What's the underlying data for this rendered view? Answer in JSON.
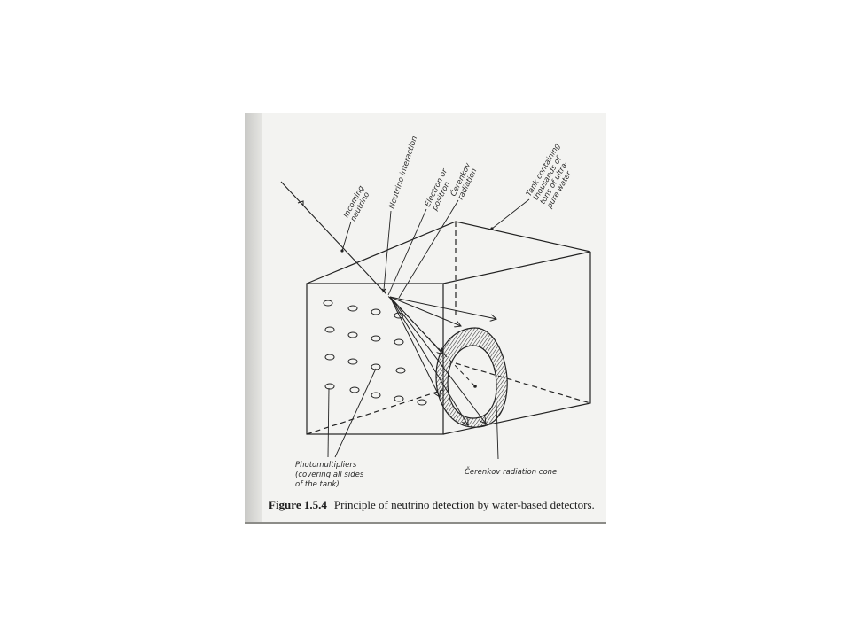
{
  "figure": {
    "labels": {
      "incoming": [
        "Incoming",
        "neutrino"
      ],
      "interaction": [
        "Neutrino interaction"
      ],
      "electron": [
        "Electron or",
        "positron"
      ],
      "cerenkov": [
        "Čerenkov",
        "radiation"
      ],
      "tank": [
        "Tank containing",
        "thousands of",
        "tons of ultra-",
        "pure water"
      ],
      "photomultipliers": [
        "Photomultipliers",
        "(covering all sides",
        "of the tank)"
      ],
      "cone": [
        "Čerenkov radiation cone"
      ]
    },
    "caption_number": "Figure 1.5.4",
    "caption_text": "Principle of neutrino detection by water-based detectors."
  }
}
